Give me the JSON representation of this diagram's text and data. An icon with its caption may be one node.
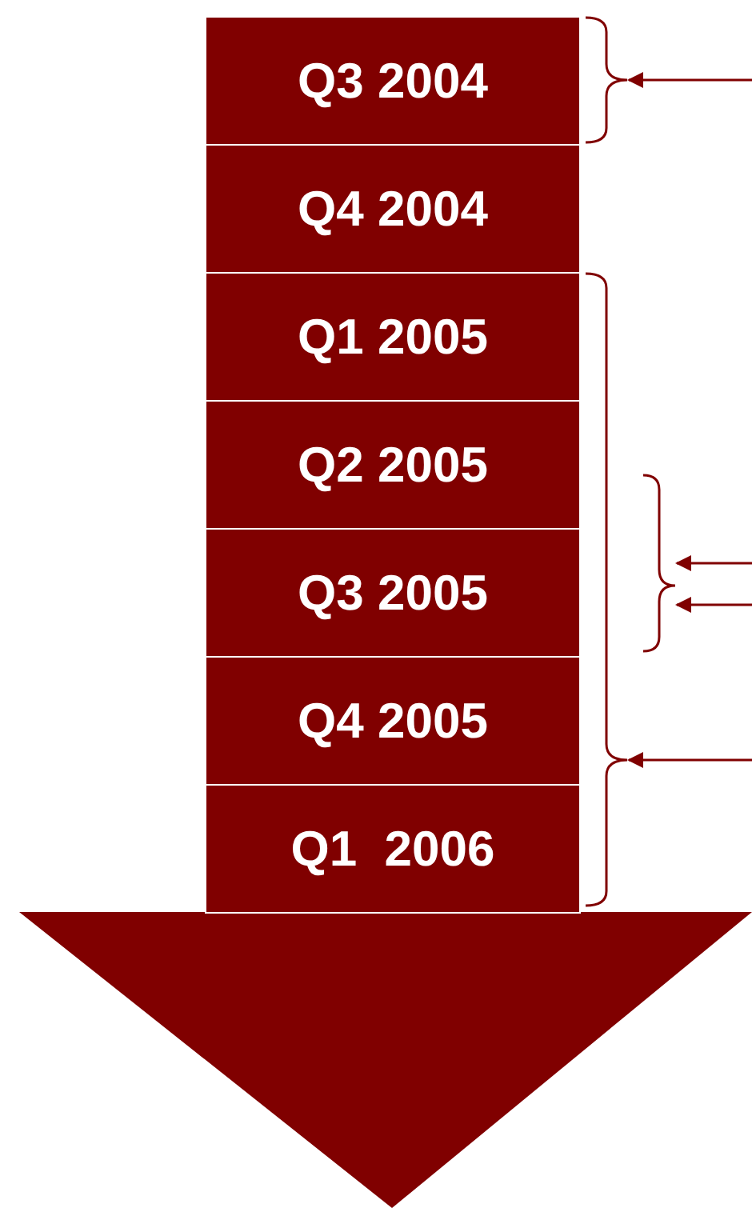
{
  "diagram": {
    "nodes": [
      {
        "text": [
          "Q3 2004"
        ]
      },
      {
        "text": [
          "Q4 2004"
        ]
      },
      {
        "text": [
          "Q1 2005"
        ]
      },
      {
        "text": [
          "Q2 2005"
        ]
      },
      {
        "text": [
          "Q3 2005"
        ]
      },
      {
        "text": [
          "Q4 2005"
        ]
      },
      {
        "text": [
          "Q1  2006"
        ]
      },
      {
        "text": [],
        "shape": "bracket"
      },
      {
        "text": [],
        "shape": "bracket"
      },
      {
        "text": [],
        "shape": "bracket"
      }
    ],
    "edges": [
      {
        "from": null,
        "to": 7,
        "arrow": "to"
      },
      {
        "from": null,
        "to": 9,
        "arrow": "to"
      },
      {
        "from": null,
        "to": 9,
        "arrow": "to"
      },
      {
        "from": null,
        "to": 8,
        "arrow": "to"
      }
    ]
  }
}
